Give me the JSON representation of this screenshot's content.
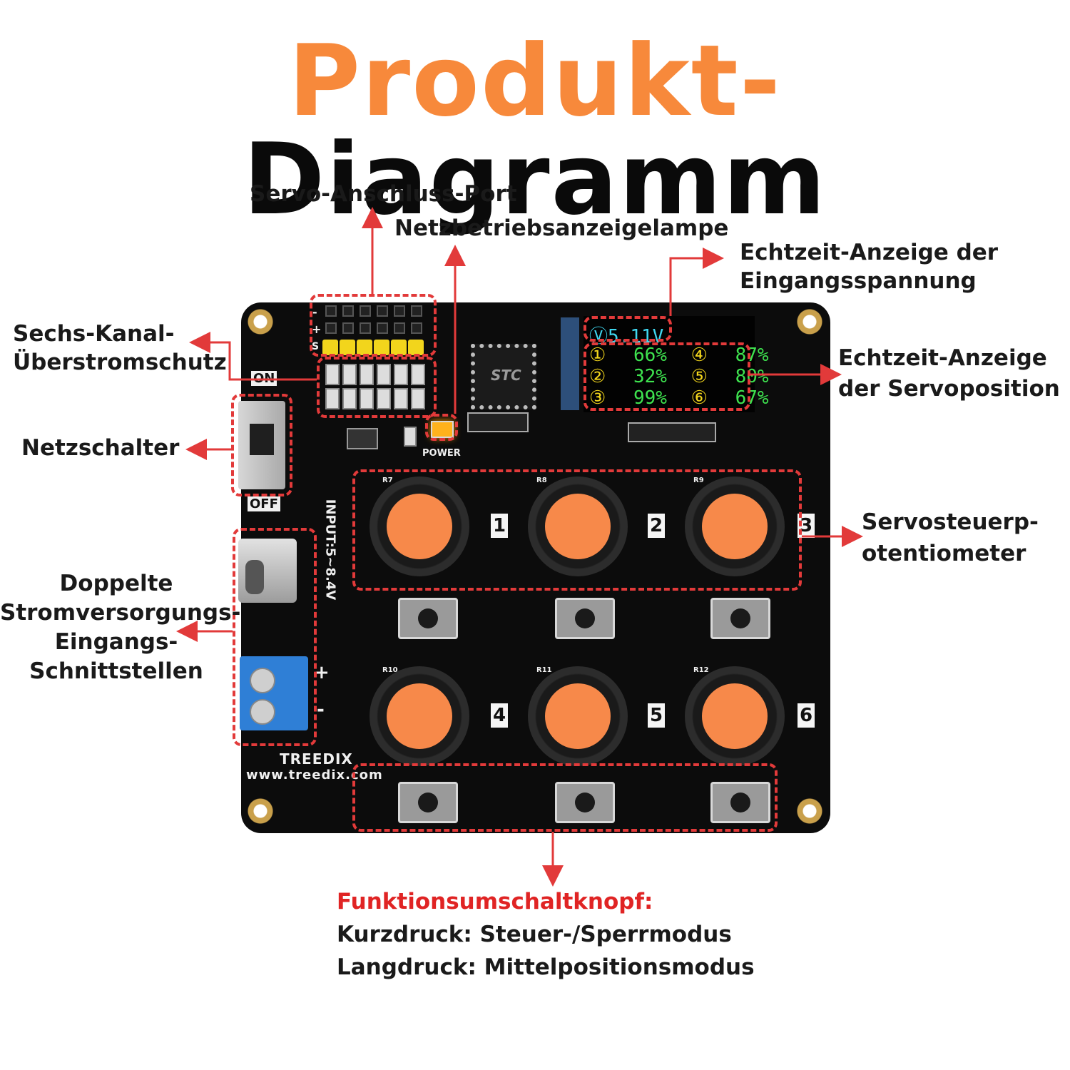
{
  "title": {
    "part1": "Produkt-",
    "part2": "Diagramm",
    "color1": "#f7893b",
    "color2": "#0a0a0a"
  },
  "labels": {
    "servo_port": "Servo-Anschluss-Port",
    "power_lamp": "Netzbetriebsanzeigelampe",
    "voltage_display_l1": "Echtzeit-Anzeige der",
    "voltage_display_l2": "Eingangsspannung",
    "overcurrent_l1": "Sechs-Kanal-",
    "overcurrent_l2": "Überstromschutz",
    "servo_position_l1": "Echtzeit-Anzeige",
    "servo_position_l2": "der Servoposition",
    "power_switch": "Netzschalter",
    "potentiometer_l1": "Servosteuerp-",
    "potentiometer_l2": "otentiometer",
    "dual_input_l1": "Doppelte",
    "dual_input_l2": "Stromversorgungs-",
    "dual_input_l3": "Eingangs-",
    "dual_input_l4": "Schnittstellen",
    "function_button_title": "Funktionsumschaltknopf:",
    "function_button_short": "Kurzdruck: Steuer-/Sperrmodus",
    "function_button_long": "Langdruck: Mittelpositionsmodus"
  },
  "display": {
    "voltage_icon": "Ⓥ",
    "voltage": "5.11V",
    "channels": [
      {
        "num": "①",
        "pct": "66%"
      },
      {
        "num": "④",
        "pct": "87%"
      },
      {
        "num": "②",
        "pct": "32%"
      },
      {
        "num": "⑤",
        "pct": "80%"
      },
      {
        "num": "③",
        "pct": "99%"
      },
      {
        "num": "⑥",
        "pct": "67%"
      }
    ]
  },
  "silkscreen": {
    "on": "ON",
    "off": "OFF",
    "power": "POWER",
    "input": "INPUT:5~8.4V",
    "brand": "TREEDIX",
    "url": "www.treedix.com",
    "chip": "STC",
    "pin_minus": "-",
    "pin_plus": "+",
    "pin_s": "S",
    "terminal_plus": "+",
    "terminal_minus": "-",
    "channel_numbers": [
      "1",
      "2",
      "3",
      "4",
      "5",
      "6"
    ],
    "pot_refs": [
      "R7",
      "R8",
      "R9",
      "R10",
      "R11",
      "R12"
    ]
  },
  "colors": {
    "accent_red": "#e23a3a",
    "knob_orange": "#f7894a",
    "board": "#0c0c0c",
    "terminal_blue": "#2f7fd6"
  }
}
